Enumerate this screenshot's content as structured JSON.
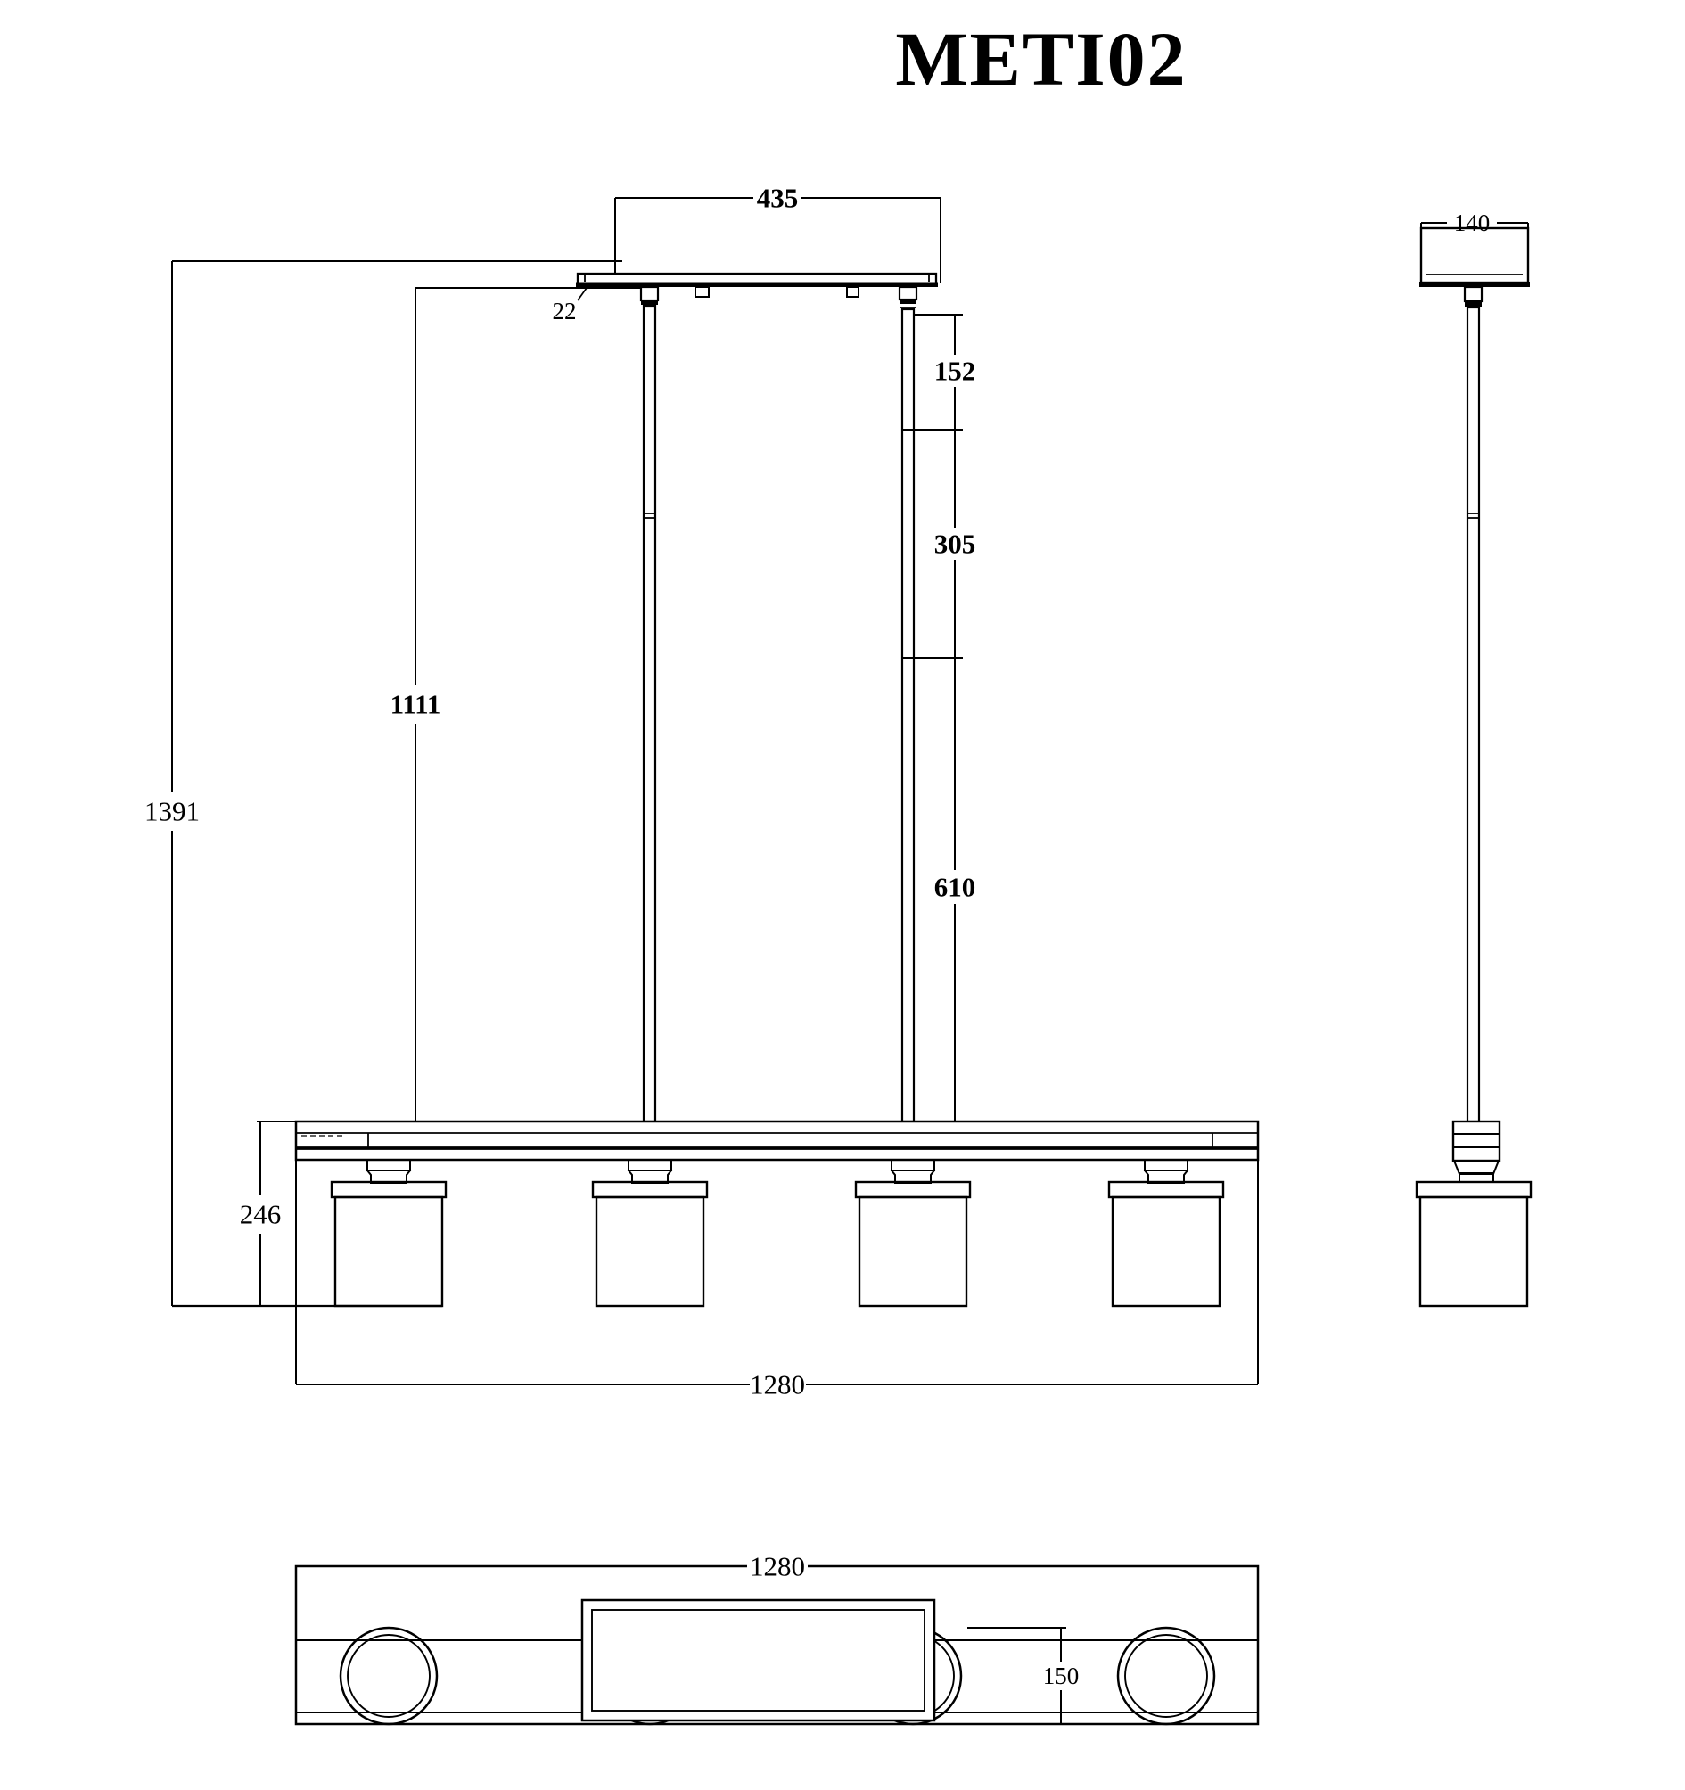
{
  "title": "METI02",
  "colors": {
    "ink": "#000000",
    "paper": "#ffffff"
  },
  "front_view": {
    "dims": {
      "canopy_width": "435",
      "canopy_plate_thickness": "22",
      "rod_segment_upper": "152",
      "rod_segment_middle": "305",
      "rod_segment_lower": "610",
      "rod_total_length": "1111",
      "overall_height": "1391",
      "bar_to_shade_bottom": "246",
      "bar_length": "1280"
    }
  },
  "side_view": {
    "dims": {
      "canopy_depth": "140"
    }
  },
  "bottom_view": {
    "dims": {
      "bar_length": "1280",
      "shade_diameter": "150"
    }
  }
}
